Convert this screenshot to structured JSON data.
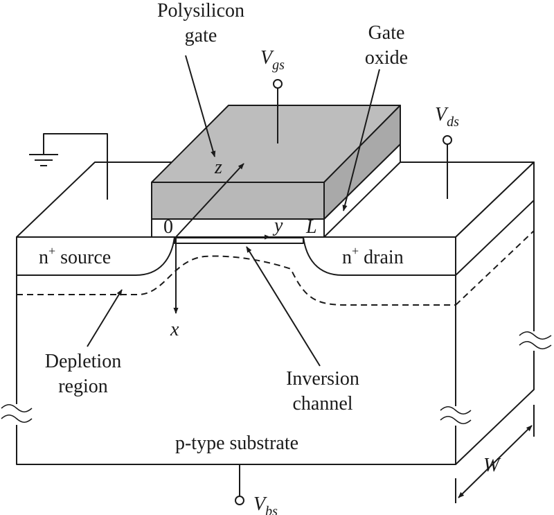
{
  "labels": {
    "polysilicon_gate_line1": "Polysilicon",
    "polysilicon_gate_line2": "gate",
    "gate_oxide_line1": "Gate",
    "gate_oxide_line2": "oxide",
    "vgs_main": "V",
    "vgs_sub": "gs",
    "vds_main": "V",
    "vds_sub": "ds",
    "vbs_main": "V",
    "vbs_sub": "bs",
    "source_prefix": "n",
    "source_sup": "+",
    "source_suffix": " source",
    "drain_prefix": "n",
    "drain_sup": "+",
    "drain_suffix": " drain",
    "axis_z": "z",
    "axis_y": "y",
    "axis_x": "x",
    "origin": "0",
    "length": "L",
    "width": "W",
    "depletion_line1": "Depletion",
    "depletion_line2": "region",
    "inversion_line1": "Inversion",
    "inversion_line2": "channel",
    "substrate": "p-type substrate"
  }
}
